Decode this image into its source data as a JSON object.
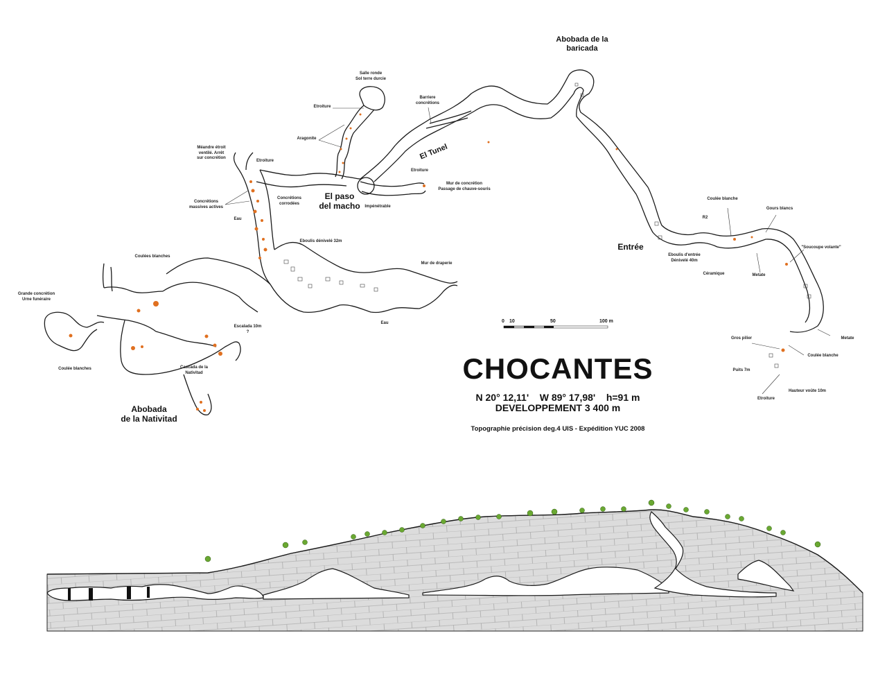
{
  "map": {
    "title": "CHOCANTES",
    "coordinates": {
      "latitude": "N  20° 12,11'",
      "longitude": "W  89° 17,98'",
      "altitude": "h=91 m"
    },
    "development": "DEVELOPPEMENT 3 400 m",
    "credits": "Topographie précision deg.4 UIS - Expédition YUC 2008",
    "scale_bar": {
      "ticks": [
        "0",
        "10",
        "50",
        "100 m"
      ]
    },
    "colors": {
      "outline": "#1a1a1a",
      "concretion": "#e07020",
      "rock_section": "#d9d9d9",
      "vegetation": "#6aa832"
    }
  },
  "plan_labels": {
    "major": [
      {
        "id": "abobada-baricada",
        "text_1": "Abobada de la",
        "text_2": "baricada"
      },
      {
        "id": "el-paso-del-macho",
        "text_1": "El paso",
        "text_2": "del macho"
      },
      {
        "id": "el-tunel",
        "text_1": "El Tunel"
      },
      {
        "id": "entree",
        "text_1": "Entrée"
      },
      {
        "id": "abobada-nativitad",
        "text_1": "Abobada",
        "text_2": "de la Nativitad"
      }
    ],
    "minor": [
      {
        "id": "salle-ronde",
        "text_1": "Salle ronde",
        "text_2": "Sol terre durcie"
      },
      {
        "id": "etroiture-1",
        "text_1": "Etroiture"
      },
      {
        "id": "aragonite",
        "text_1": "Aragonite"
      },
      {
        "id": "barriere",
        "text_1": "Barriere",
        "text_2": "concrétions"
      },
      {
        "id": "meandre",
        "text_1": "Méandre étroit",
        "text_2": "ventilé. Arrêt",
        "text_3": "sur concrétion"
      },
      {
        "id": "etroiture-2",
        "text_1": "Etroiture"
      },
      {
        "id": "concretions-massives",
        "text_1": "Concrétions",
        "text_2": "massives actives"
      },
      {
        "id": "concretions-corrodees",
        "text_1": "Concrétions",
        "text_2": "corrodées"
      },
      {
        "id": "eau-1",
        "text_1": "Eau"
      },
      {
        "id": "etroiture-3",
        "text_1": "Etroiture"
      },
      {
        "id": "mur-concretion",
        "text_1": "Mur de concrétion",
        "text_2": "Passage de chauve-souris"
      },
      {
        "id": "impenetrable",
        "text_1": "Impénétrable"
      },
      {
        "id": "eboulis-32",
        "text_1": "Eboulis dénivelé 32m"
      },
      {
        "id": "mur-draperie",
        "text_1": "Mur de draperie"
      },
      {
        "id": "eau-2",
        "text_1": "Eau"
      },
      {
        "id": "coulees-blanches-1",
        "text_1": "Coulées blanches"
      },
      {
        "id": "grande-concretion",
        "text_1": "Grande concrétion",
        "text_2": "Urne funéraire"
      },
      {
        "id": "escalada",
        "text_1": "Escalada 10m",
        "text_2": "?"
      },
      {
        "id": "coulee-blanches-2",
        "text_1": "Coulée blanches"
      },
      {
        "id": "cascada",
        "text_1": "Cascada de la",
        "text_2": "Nativitad"
      },
      {
        "id": "coulee-blanche-3",
        "text_1": "Coulée blanche"
      },
      {
        "id": "gours-blancs",
        "text_1": "Gours blancs"
      },
      {
        "id": "r2",
        "text_1": "R2"
      },
      {
        "id": "soucoupe",
        "text_1": "\"Soucoupe volante\""
      },
      {
        "id": "eboulis-entree",
        "text_1": "Eboulis d'entrée",
        "text_2": "Dénivelé 40m"
      },
      {
        "id": "ceramique",
        "text_1": "Céramique"
      },
      {
        "id": "metate-1",
        "text_1": "Metate"
      },
      {
        "id": "metate-2",
        "text_1": "Metate"
      },
      {
        "id": "gros-pilier",
        "text_1": "Gros pilier"
      },
      {
        "id": "coulee-blanche-4",
        "text_1": "Coulée blanche"
      },
      {
        "id": "puits",
        "text_1": "Puits 7m"
      },
      {
        "id": "hauteur-voute",
        "text_1": "Hauteur voûte 10m"
      },
      {
        "id": "etroiture-4",
        "text_1": "Etroiture"
      }
    ]
  }
}
